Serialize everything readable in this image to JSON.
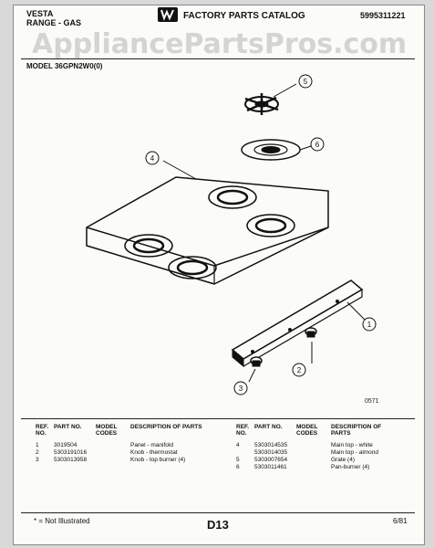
{
  "header": {
    "brand": "VESTA",
    "product": "RANGE - GAS",
    "catalog_title": "FACTORY PARTS CATALOG",
    "catalog_number": "5995311221",
    "model_label": "MODEL 36GPN2W0(0)"
  },
  "watermark": "AppliancePartsPros.com",
  "diagram": {
    "callouts": [
      "1",
      "2",
      "3",
      "4",
      "5",
      "6"
    ],
    "figure_id": "0571"
  },
  "table_headers": {
    "ref_no": "REF. NO.",
    "part_no": "PART NO.",
    "model_codes": "MODEL CODES",
    "description": "DESCRIPTION OF PARTS"
  },
  "parts_left": [
    {
      "ref": "1",
      "part": "3019504",
      "code": "",
      "desc": "Panel - manifold"
    },
    {
      "ref": "2",
      "part": "5303191016",
      "code": "",
      "desc": "Knob - thermostat"
    },
    {
      "ref": "3",
      "part": "5303013958",
      "code": "",
      "desc": "Knob - top burner (4)"
    }
  ],
  "parts_right": [
    {
      "ref": "4",
      "part": "5303014535",
      "code": "",
      "desc": "Main top - white"
    },
    {
      "ref": "",
      "part": "5303014035",
      "code": "",
      "desc": "Main top - almond"
    },
    {
      "ref": "5",
      "part": "5303007654",
      "code": "",
      "desc": "Grate (4)"
    },
    {
      "ref": "6",
      "part": "5303011461",
      "code": "",
      "desc": "Pan-burner (4)"
    }
  ],
  "footer": {
    "note": "* = Not Illustrated",
    "page": "D13",
    "revision": "6/81"
  }
}
